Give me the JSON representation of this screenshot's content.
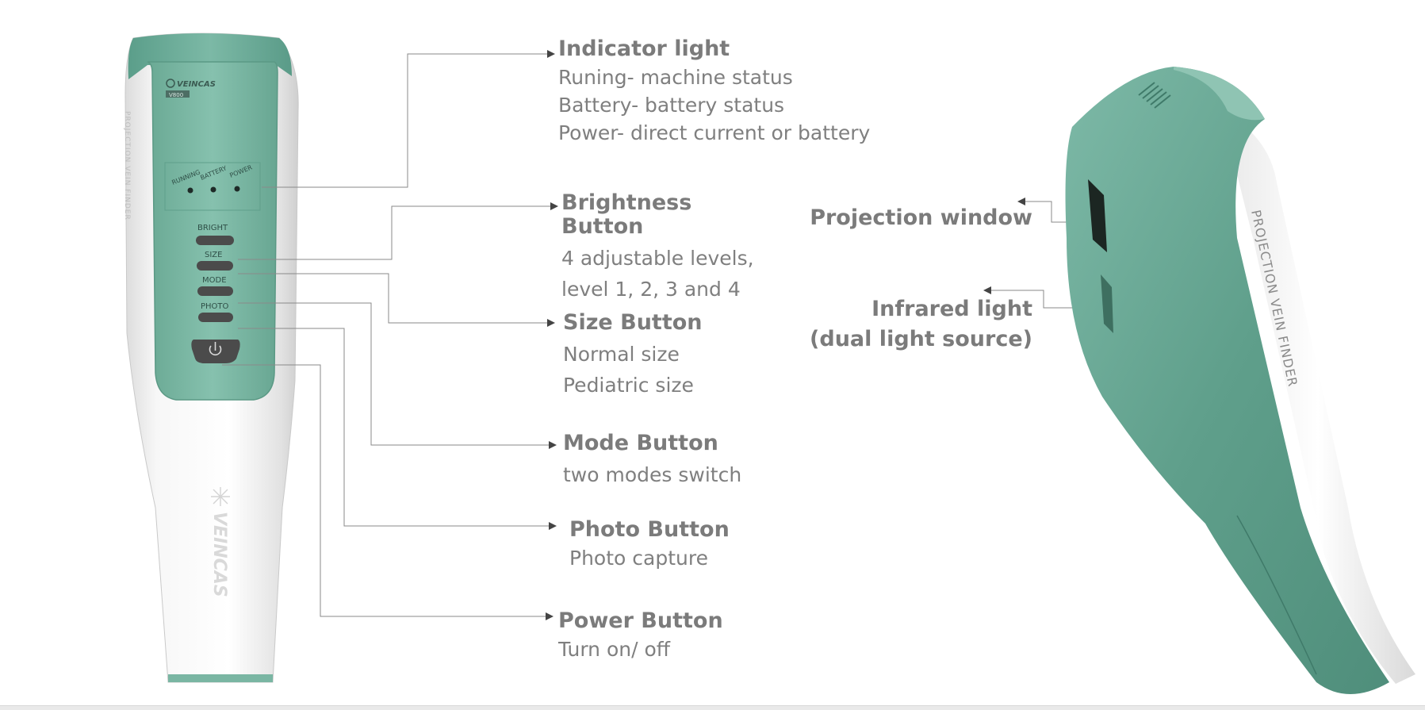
{
  "device_left": {
    "brand": "VEINCAS",
    "model": "V800",
    "side_text": "PROJECTION VEIN FINDER",
    "indicator_labels": [
      "RUNNING",
      "BATTERY",
      "POWER"
    ],
    "button_labels": [
      "BRIGHT",
      "SIZE",
      "MODE",
      "PHOTO"
    ]
  },
  "device_right": {
    "side_text": "PROJECTION VEIN FINDER"
  },
  "callouts": [
    {
      "title": "Indicator light",
      "lines": [
        "Runing- machine status",
        "Battery- battery status",
        "Power- direct current or battery"
      ]
    },
    {
      "title": "Brightness\nButton",
      "lines": [
        "4 adjustable levels,",
        "level 1, 2, 3 and 4"
      ]
    },
    {
      "title": "Size Button",
      "lines": [
        "Normal size",
        "Pediatric size"
      ]
    },
    {
      "title": "Mode Button",
      "lines": [
        "two modes switch"
      ]
    },
    {
      "title": "Photo Button",
      "lines": [
        "Photo capture"
      ]
    },
    {
      "title": "Power Button",
      "lines": [
        "Turn on/ off"
      ]
    }
  ],
  "right_callouts": {
    "projection_window": "Projection window",
    "infrared_line1": "Infrared light",
    "infrared_line2": "(dual light source)"
  },
  "colors": {
    "teal": "#6aab98",
    "teal_dark": "#4f8f7d",
    "body_white": "#f4f4f4",
    "button_dark": "#4b4b4b",
    "line_gray": "#8a8a8a",
    "text_gray": "#7b7b7b"
  }
}
